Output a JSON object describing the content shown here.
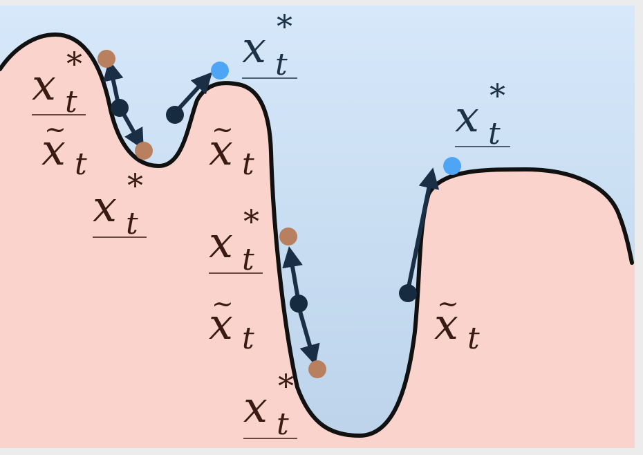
{
  "colors": {
    "sky_top": "#d6e8fa",
    "sky_bottom": "#bcd3ea",
    "ground": "#f9d3cc",
    "curve": "#111111",
    "label_dark": "#3a1a14",
    "label_blue": "#1c3347",
    "arrow": "#1a2e45",
    "point_dark": "#162a40",
    "point_brown": "#b8805f",
    "point_blue": "#4fa5f5"
  },
  "labels": {
    "x_star_base": "x",
    "x_star_sup": "*",
    "x_star_sub": "t",
    "x_tilde_base": "x",
    "x_tilde_accent": "~",
    "x_tilde_sub": "t"
  },
  "markers": {
    "dark": "dark-dot",
    "brown": "brown-dot",
    "blue": "blue-dot"
  }
}
